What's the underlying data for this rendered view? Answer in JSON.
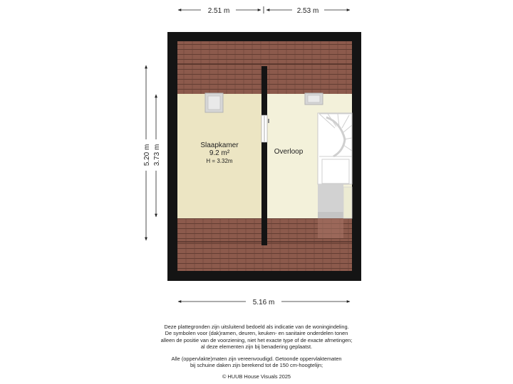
{
  "dimensions": {
    "top_left": "2.51 m",
    "top_right": "2.53 m",
    "left_outer": "5.20 m",
    "left_inner": "3.73 m",
    "bottom": "5.16 m"
  },
  "rooms": [
    {
      "name": "Slaapkamer",
      "area": "9.2 m²",
      "height": "H = 3.32m"
    },
    {
      "name": "Overloop"
    }
  ],
  "disclaimer": {
    "lines_1": [
      "Deze plattegronden zijn uitsluitend bedoeld als indicatie van de woningindeling.",
      "De symbolen voor (dak)ramen, deuren, keuken- en sanitaire onderdelen tonen",
      "alleen de positie van de voorziening, niet het exacte type of de exacte afmetingen;",
      "al deze elementen zijn bij benadering geplaatst."
    ],
    "lines_2": [
      "Alle (oppervlakte)maten zijn vereenvoudigd. Getoonde oppervlaktematen",
      "bij schuine daken zijn berekend tot de 150 cm-hoogtelijn;"
    ],
    "copyright": "© HUUB House Visuals 2025"
  },
  "colors": {
    "outer_wall": "#141414",
    "roof_tiles": "#8c5a4c",
    "tile_lines": "#5e392f",
    "bedroom_floor": "#ece5c3",
    "landing_floor": "#f3f1da",
    "stair_grey": "#d2d2d2"
  }
}
